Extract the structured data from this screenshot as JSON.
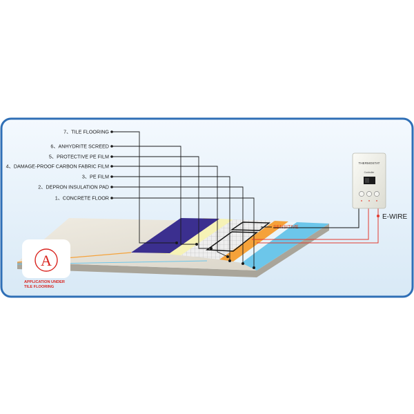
{
  "layers": [
    {
      "label": "7、TILE FLOORING"
    },
    {
      "label": "6、ANHYDRITE SCREED"
    },
    {
      "label": "5、PROTECTIVE PE FILM"
    },
    {
      "label": "4、DAMAGE-PROOF CARBON FABRIC FILM"
    },
    {
      "label": "3、PE FILM"
    },
    {
      "label": "2、DEPRON INSULATION PAD"
    },
    {
      "label": "1、CONCRETE FLOOR"
    }
  ],
  "sensor_label": "SENSITIVE",
  "thermostat": {
    "title": "THERMOSTAT",
    "subtitle": "Controller"
  },
  "wire_label": "E-WIRE",
  "badge": {
    "letter": "A",
    "line1": "APPLICATION UNDER",
    "line2": "TILE FLOORING"
  },
  "colors": {
    "frame": "#2f6fb6",
    "panel_bg": "#eaf3fb",
    "tile": "#3b2f8f",
    "screed": "#f4efa0",
    "orange": "#f5a23a",
    "blue": "#6cc6ea",
    "wire_red": "#e23a2e",
    "badge_red": "#d9231e"
  }
}
